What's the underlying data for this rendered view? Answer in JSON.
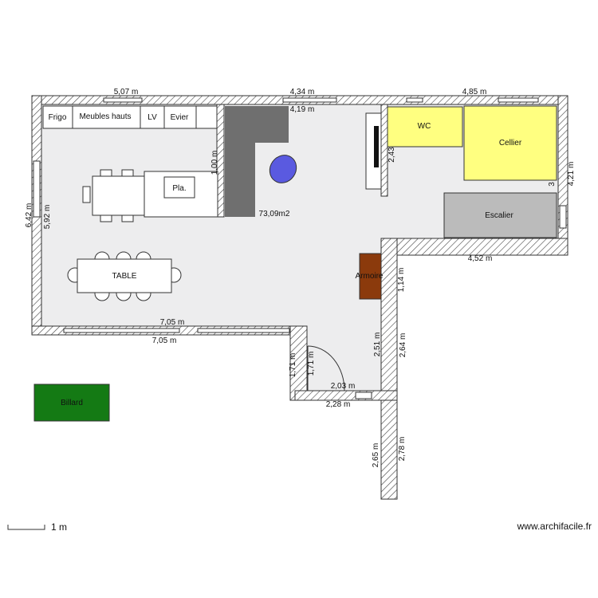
{
  "plan": {
    "area": "73,09m2",
    "dimensions": {
      "top_left": "5,07 m",
      "top_mid": "4,34 m",
      "top_mid_inner": "4,19 m",
      "top_right": "4,85 m",
      "left_outer": "6,42 m",
      "left_inner": "5,92 m",
      "bottom_inner": "7,05 m",
      "bottom_outer": "7,05 m",
      "right_upper_v": "4,21 m",
      "right_step_h": "4,52 m",
      "right_step_v": "1,14 m",
      "corridor_right_inner": "2,51 m",
      "corridor_right_outer": "2,64 m",
      "corridor_left_outer": "1,71 m",
      "corridor_left_inner": "1,71 m",
      "corridor_bottom_inner": "2,03 m",
      "corridor_bottom_outer": "2,28 m",
      "lower_wall_inner": "2,65 m",
      "lower_wall_outer": "2,78 m",
      "partition_v": "1,00 m",
      "wc_v": "2,43",
      "cellier_small": "3"
    },
    "furniture": {
      "frigo": "Frigo",
      "meubles_hauts": "Meubles hauts",
      "lv": "LV",
      "evier": "Evier",
      "plaque": "Pla.",
      "table": "TABLE",
      "armoire": "Armoire",
      "wc": "WC",
      "cellier": "Cellier",
      "escalier": "Escalier",
      "billard": "Billard"
    },
    "scale_label": "1 m",
    "watermark": "www.archifacile.fr"
  },
  "colors": {
    "floor": "#ededee",
    "wall_fill": "#ffffff",
    "wall_stroke": "#333333",
    "kitchen_block": "#6f6f6f",
    "room_yellow": "#ffff80",
    "escalier": "#bbbbbb",
    "armoire": "#8b3a0c",
    "billard": "#147a14",
    "oval": "#5a5ae0"
  }
}
